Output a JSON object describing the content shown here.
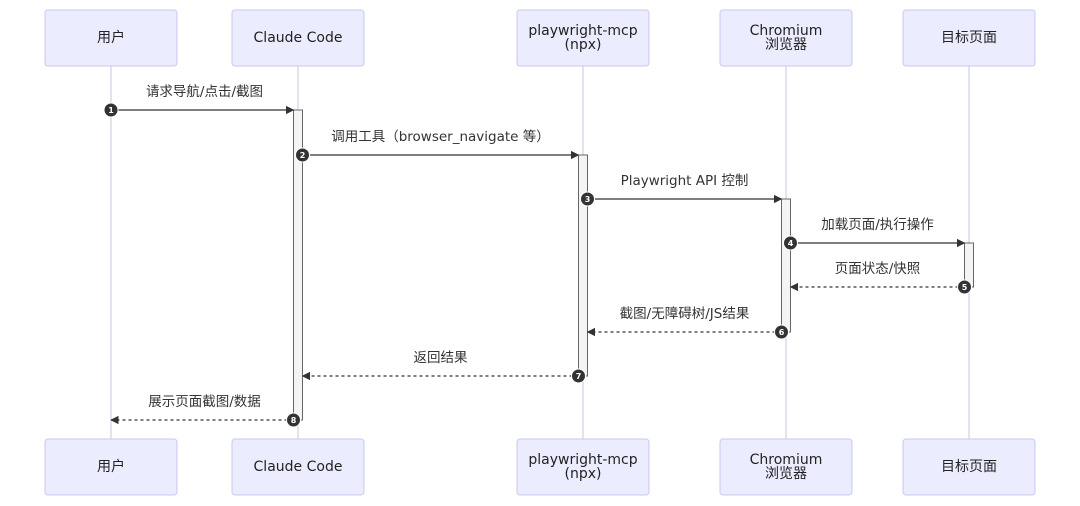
{
  "participants": [
    {
      "id": "user",
      "lines": [
        "用户"
      ]
    },
    {
      "id": "claude",
      "lines": [
        "Claude Code"
      ]
    },
    {
      "id": "mcp",
      "lines": [
        "playwright-mcp",
        "(npx)"
      ]
    },
    {
      "id": "chromium",
      "lines": [
        "Chromium",
        "浏览器"
      ]
    },
    {
      "id": "page",
      "lines": [
        "目标页面"
      ]
    }
  ],
  "messages": [
    {
      "seq": "1",
      "from": "user",
      "to": "claude",
      "label": "请求导航/点击/截图",
      "style": "solid"
    },
    {
      "seq": "2",
      "from": "claude",
      "to": "mcp",
      "label": "调用工具（browser_navigate 等）",
      "style": "solid"
    },
    {
      "seq": "3",
      "from": "mcp",
      "to": "chromium",
      "label": "Playwright API 控制",
      "style": "solid"
    },
    {
      "seq": "4",
      "from": "chromium",
      "to": "page",
      "label": "加载页面/执行操作",
      "style": "solid"
    },
    {
      "seq": "5",
      "from": "page",
      "to": "chromium",
      "label": "页面状态/快照",
      "style": "dashed"
    },
    {
      "seq": "6",
      "from": "chromium",
      "to": "mcp",
      "label": "截图/无障碍树/JS结果",
      "style": "dashed"
    },
    {
      "seq": "7",
      "from": "mcp",
      "to": "claude",
      "label": "返回结果",
      "style": "dashed"
    },
    {
      "seq": "8",
      "from": "claude",
      "to": "user",
      "label": "展示页面截图/数据",
      "style": "dashed"
    }
  ],
  "colors": {
    "actor_fill": "#ececff",
    "actor_stroke": "#c9c9f0",
    "lifeline": "#cfcfe8",
    "arrow": "#333333"
  }
}
